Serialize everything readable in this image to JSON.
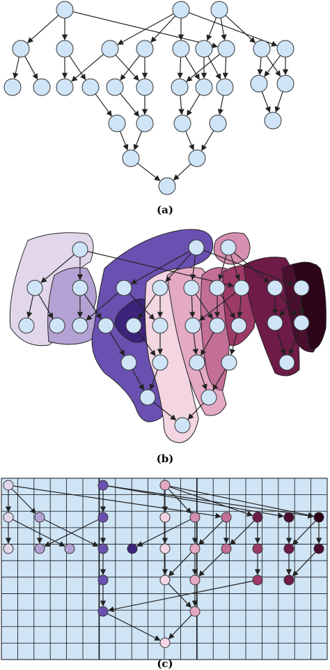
{
  "panels": {
    "a": {
      "label": "(a)"
    },
    "b": {
      "label": "(b)"
    },
    "c": {
      "label": "(c)"
    }
  },
  "colors": {
    "node_fill": "#cfe4f7",
    "edge": "#222222",
    "grid_bg": "#cfe4f5",
    "grid_line": "#111111",
    "cluster_palette": [
      "#e2d7ea",
      "#b3a2d3",
      "#6a50b0",
      "#3d237a",
      "#f3d6e2",
      "#e4a9c3",
      "#d58fb0",
      "#c36e97",
      "#9d3a68",
      "#6e1b47",
      "#4a0e2e",
      "#2c0518"
    ]
  }
}
